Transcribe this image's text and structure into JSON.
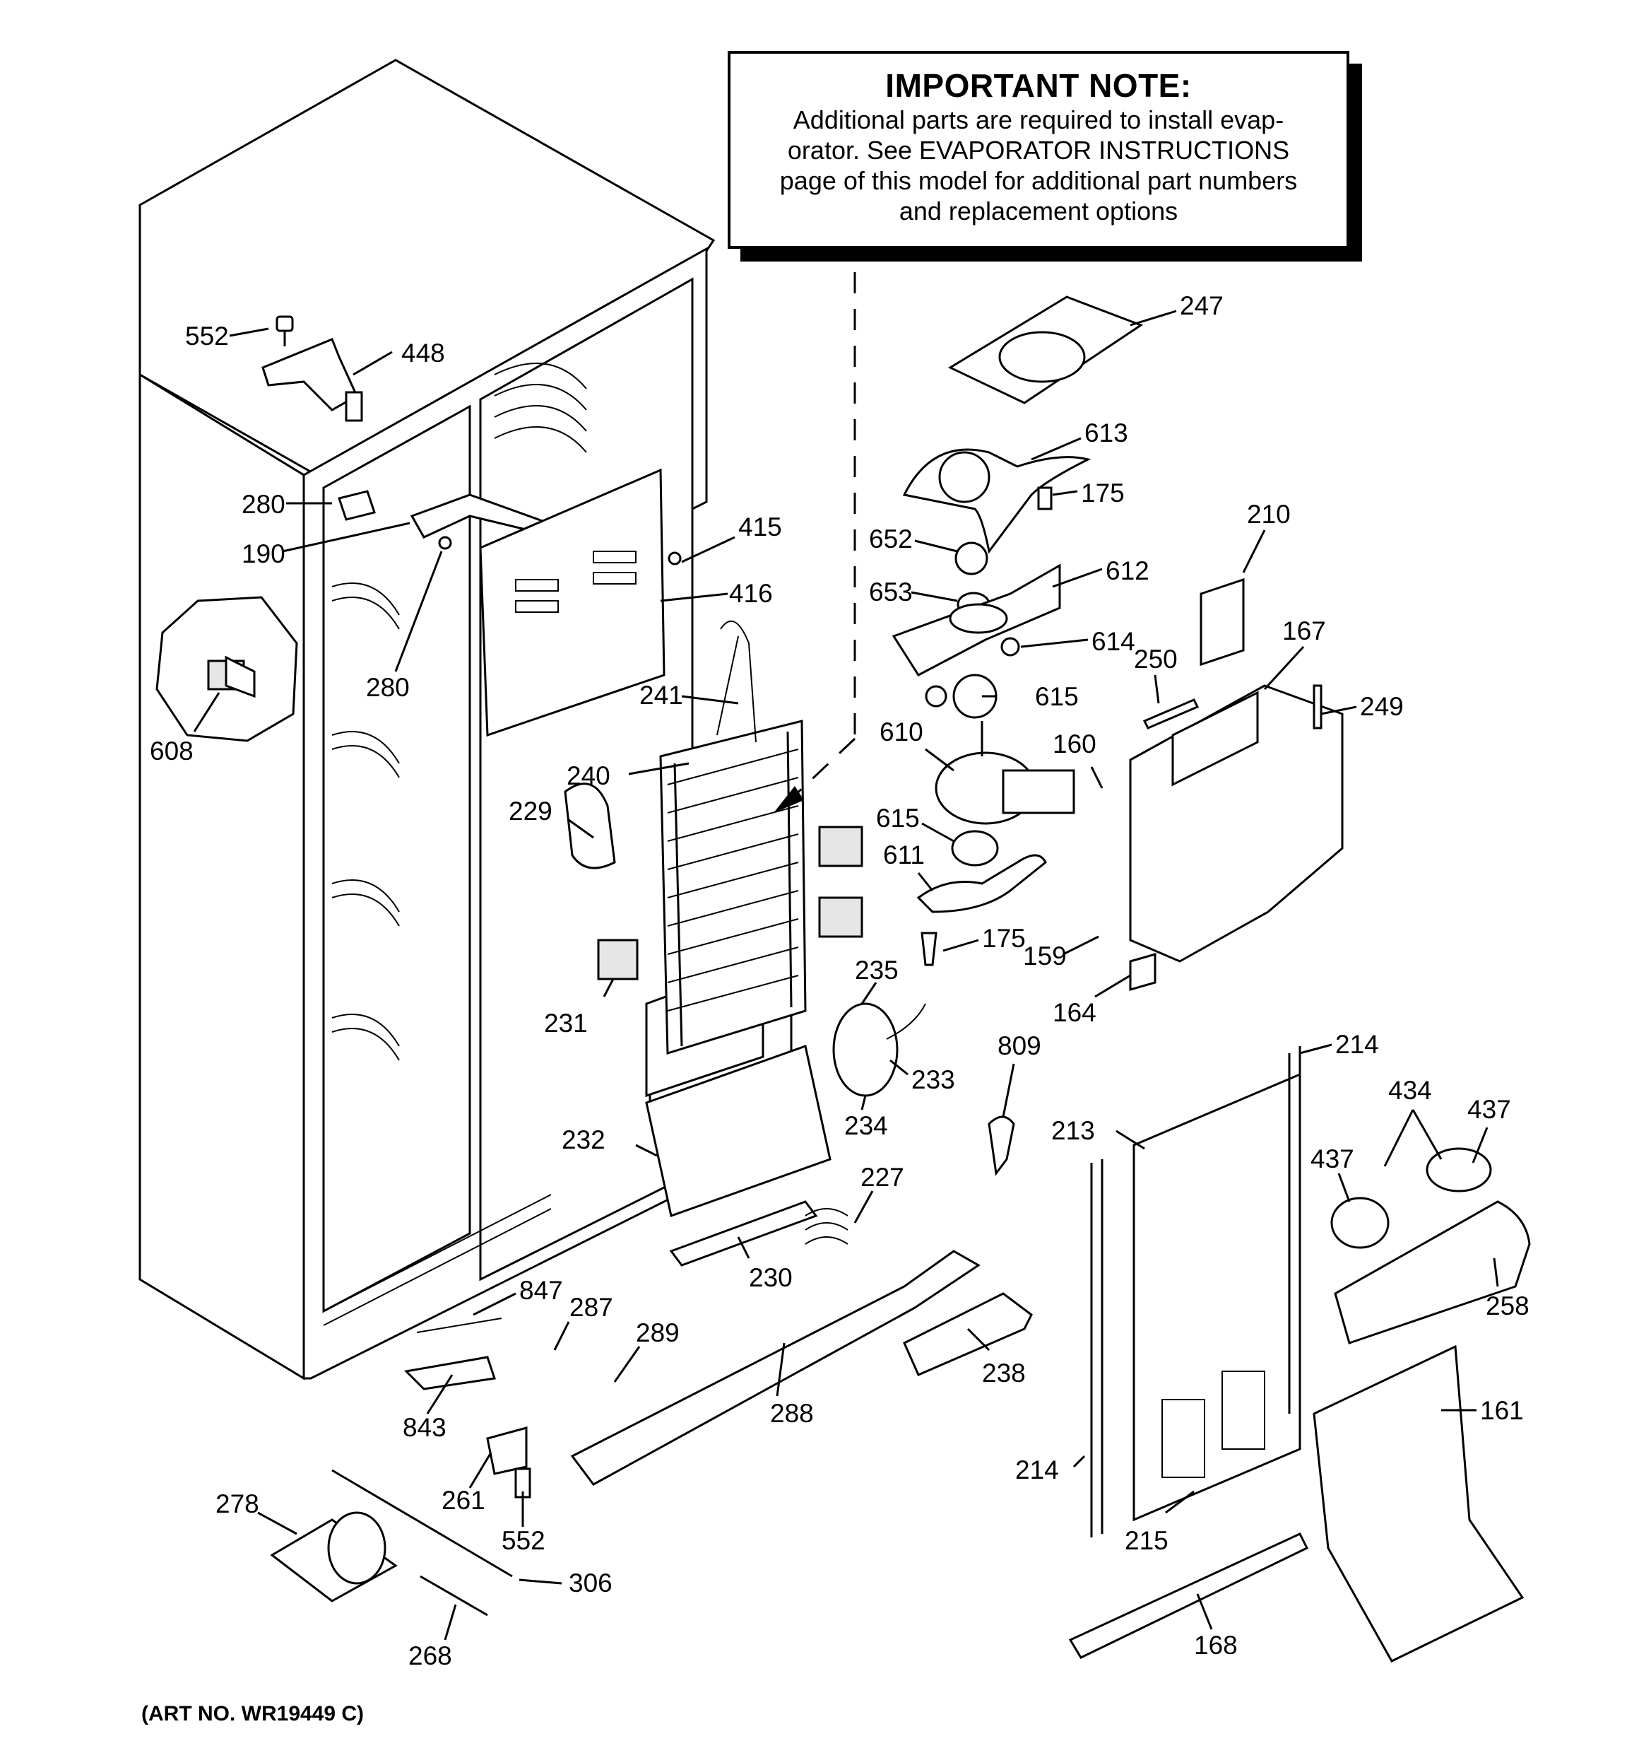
{
  "note": {
    "title": "IMPORTANT NOTE:",
    "lines": [
      "Additional parts are required to install evap-",
      "orator.  See EVAPORATOR INSTRUCTIONS",
      "page of this model for additional part numbers",
      "and replacement options"
    ]
  },
  "footer": "(ART NO. WR19449 C)",
  "labels": [
    {
      "id": "552-top",
      "text": "552"
    },
    {
      "id": "448",
      "text": "448"
    },
    {
      "id": "280-a",
      "text": "280"
    },
    {
      "id": "190",
      "text": "190"
    },
    {
      "id": "280-b",
      "text": "280"
    },
    {
      "id": "608",
      "text": "608"
    },
    {
      "id": "415",
      "text": "415"
    },
    {
      "id": "416",
      "text": "416"
    },
    {
      "id": "241",
      "text": "241"
    },
    {
      "id": "240",
      "text": "240"
    },
    {
      "id": "229",
      "text": "229"
    },
    {
      "id": "231",
      "text": "231"
    },
    {
      "id": "232",
      "text": "232"
    },
    {
      "id": "230",
      "text": "230"
    },
    {
      "id": "227",
      "text": "227"
    },
    {
      "id": "247",
      "text": "247"
    },
    {
      "id": "613",
      "text": "613"
    },
    {
      "id": "175-a",
      "text": "175"
    },
    {
      "id": "652",
      "text": "652"
    },
    {
      "id": "612",
      "text": "612"
    },
    {
      "id": "653",
      "text": "653"
    },
    {
      "id": "614",
      "text": "614"
    },
    {
      "id": "615-a",
      "text": "615"
    },
    {
      "id": "610",
      "text": "610"
    },
    {
      "id": "615-b",
      "text": "615"
    },
    {
      "id": "611",
      "text": "611"
    },
    {
      "id": "175-b",
      "text": "175"
    },
    {
      "id": "235",
      "text": "235"
    },
    {
      "id": "233",
      "text": "233"
    },
    {
      "id": "234",
      "text": "234"
    },
    {
      "id": "210",
      "text": "210"
    },
    {
      "id": "167",
      "text": "167"
    },
    {
      "id": "250",
      "text": "250"
    },
    {
      "id": "249",
      "text": "249"
    },
    {
      "id": "160",
      "text": "160"
    },
    {
      "id": "159",
      "text": "159"
    },
    {
      "id": "164",
      "text": "164"
    },
    {
      "id": "809",
      "text": "809"
    },
    {
      "id": "214-a",
      "text": "214"
    },
    {
      "id": "213",
      "text": "213"
    },
    {
      "id": "434",
      "text": "434"
    },
    {
      "id": "437-a",
      "text": "437"
    },
    {
      "id": "437-b",
      "text": "437"
    },
    {
      "id": "258",
      "text": "258"
    },
    {
      "id": "161",
      "text": "161"
    },
    {
      "id": "214-b",
      "text": "214"
    },
    {
      "id": "215",
      "text": "215"
    },
    {
      "id": "168",
      "text": "168"
    },
    {
      "id": "847",
      "text": "847"
    },
    {
      "id": "287",
      "text": "287"
    },
    {
      "id": "289",
      "text": "289"
    },
    {
      "id": "843",
      "text": "843"
    },
    {
      "id": "261",
      "text": "261"
    },
    {
      "id": "552-bot",
      "text": "552"
    },
    {
      "id": "288",
      "text": "288"
    },
    {
      "id": "238",
      "text": "238"
    },
    {
      "id": "278",
      "text": "278"
    },
    {
      "id": "306",
      "text": "306"
    },
    {
      "id": "268",
      "text": "268"
    }
  ]
}
